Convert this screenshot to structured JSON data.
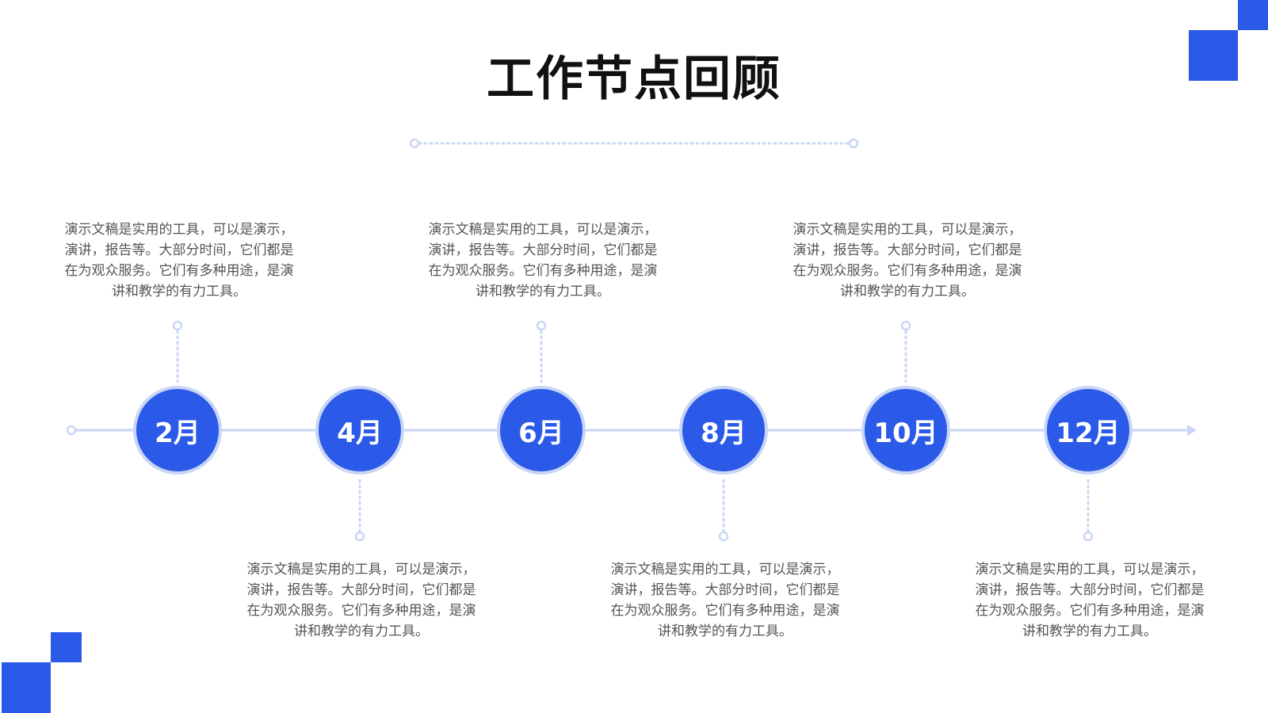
{
  "title": "工作节点回顾",
  "accent_color": "#2b59e8",
  "line_color": "#c9d6f5",
  "nodes": [
    {
      "label": "2月",
      "description": "演示文稿是实用的工具，可以是演示，演讲，报告等。大部分时间，它们都是在为观众服务。它们有多种用途，是演讲和教学的有力工具。"
    },
    {
      "label": "4月",
      "description": "演示文稿是实用的工具，可以是演示，演讲，报告等。大部分时间，它们都是在为观众服务。它们有多种用途，是演讲和教学的有力工具。"
    },
    {
      "label": "6月",
      "description": "演示文稿是实用的工具，可以是演示，演讲，报告等。大部分时间，它们都是在为观众服务。它们有多种用途，是演讲和教学的有力工具。"
    },
    {
      "label": "8月",
      "description": "演示文稿是实用的工具，可以是演示，演讲，报告等。大部分时间，它们都是在为观众服务。它们有多种用途，是演讲和教学的有力工具。"
    },
    {
      "label": "10月",
      "description": "演示文稿是实用的工具，可以是演示，演讲，报告等。大部分时间，它们都是在为观众服务。它们有多种用途，是演讲和教学的有力工具。"
    },
    {
      "label": "12月",
      "description": "演示文稿是实用的工具，可以是演示，演讲，报告等。大部分时间，它们都是在为观众服务。它们有多种用途，是演讲和教学的有力工具。"
    }
  ]
}
